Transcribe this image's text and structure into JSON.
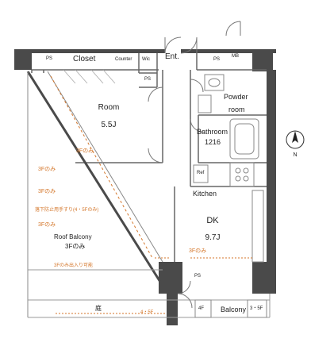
{
  "labels": {
    "ps": "PS",
    "closet": "Closet",
    "counter": "Counter",
    "wic": "Wic",
    "ent": "Ent.",
    "mb": "MB",
    "room": "Room",
    "room_size": "5.5J",
    "powder_room_line1": "Powder",
    "powder_room_line2": "room",
    "bathroom": "Bathroom",
    "bathroom_size": "1216",
    "ref": "Ref",
    "kitchen": "Kitchen",
    "dk": "DK",
    "dk_size": "9.7J",
    "roof_balcony": "Roof Balcony",
    "floor_3f_only": "3Fのみ",
    "fall_rail_note": "落下防止用手すり(4・5Fのみ)",
    "entry_note": "3Fのみ出入り可能",
    "garden": "庭",
    "floor_4_5": "4・5F",
    "balcony": "Balcony",
    "floor_4f": "4F",
    "floor_3_5": "3・5F",
    "north": "N"
  },
  "colors": {
    "wall": "#4a4a4a",
    "line": "#666666",
    "accent": "#d4762a"
  }
}
